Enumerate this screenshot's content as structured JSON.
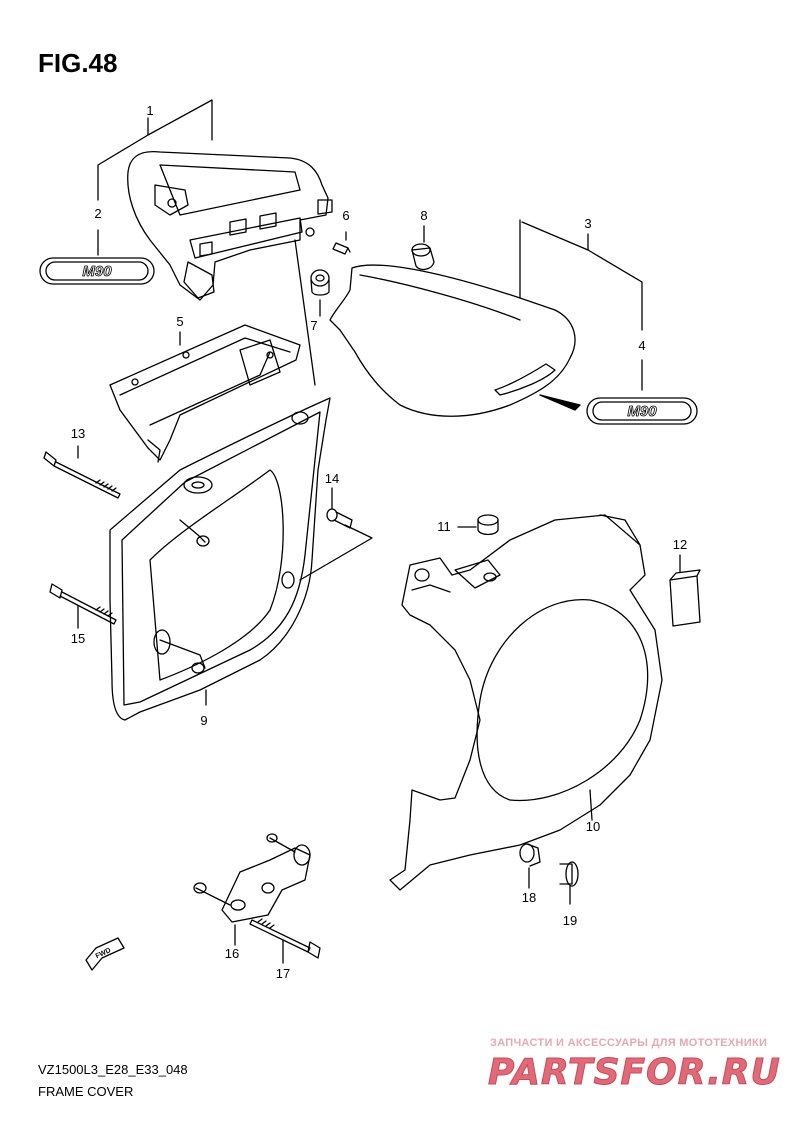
{
  "figure": {
    "title": "FIG.48",
    "model_code": "VZ1500L3_E28_E33_048",
    "caption": "FRAME COVER"
  },
  "callouts": [
    "1",
    "2",
    "3",
    "4",
    "5",
    "6",
    "7",
    "8",
    "9",
    "10",
    "11",
    "12",
    "13",
    "14",
    "15",
    "16",
    "17",
    "18",
    "19"
  ],
  "emblems": {
    "left": "M90",
    "right": "M90"
  },
  "direction_marker": "FWD",
  "watermark": {
    "tagline": "ЗАПЧАСТИ И АКСЕССУАРЫ ДЛЯ МОТОТЕХНИКИ",
    "logo": "PARTSFOR.RU"
  },
  "colors": {
    "line": "#000000",
    "watermark": "#e06a78"
  }
}
